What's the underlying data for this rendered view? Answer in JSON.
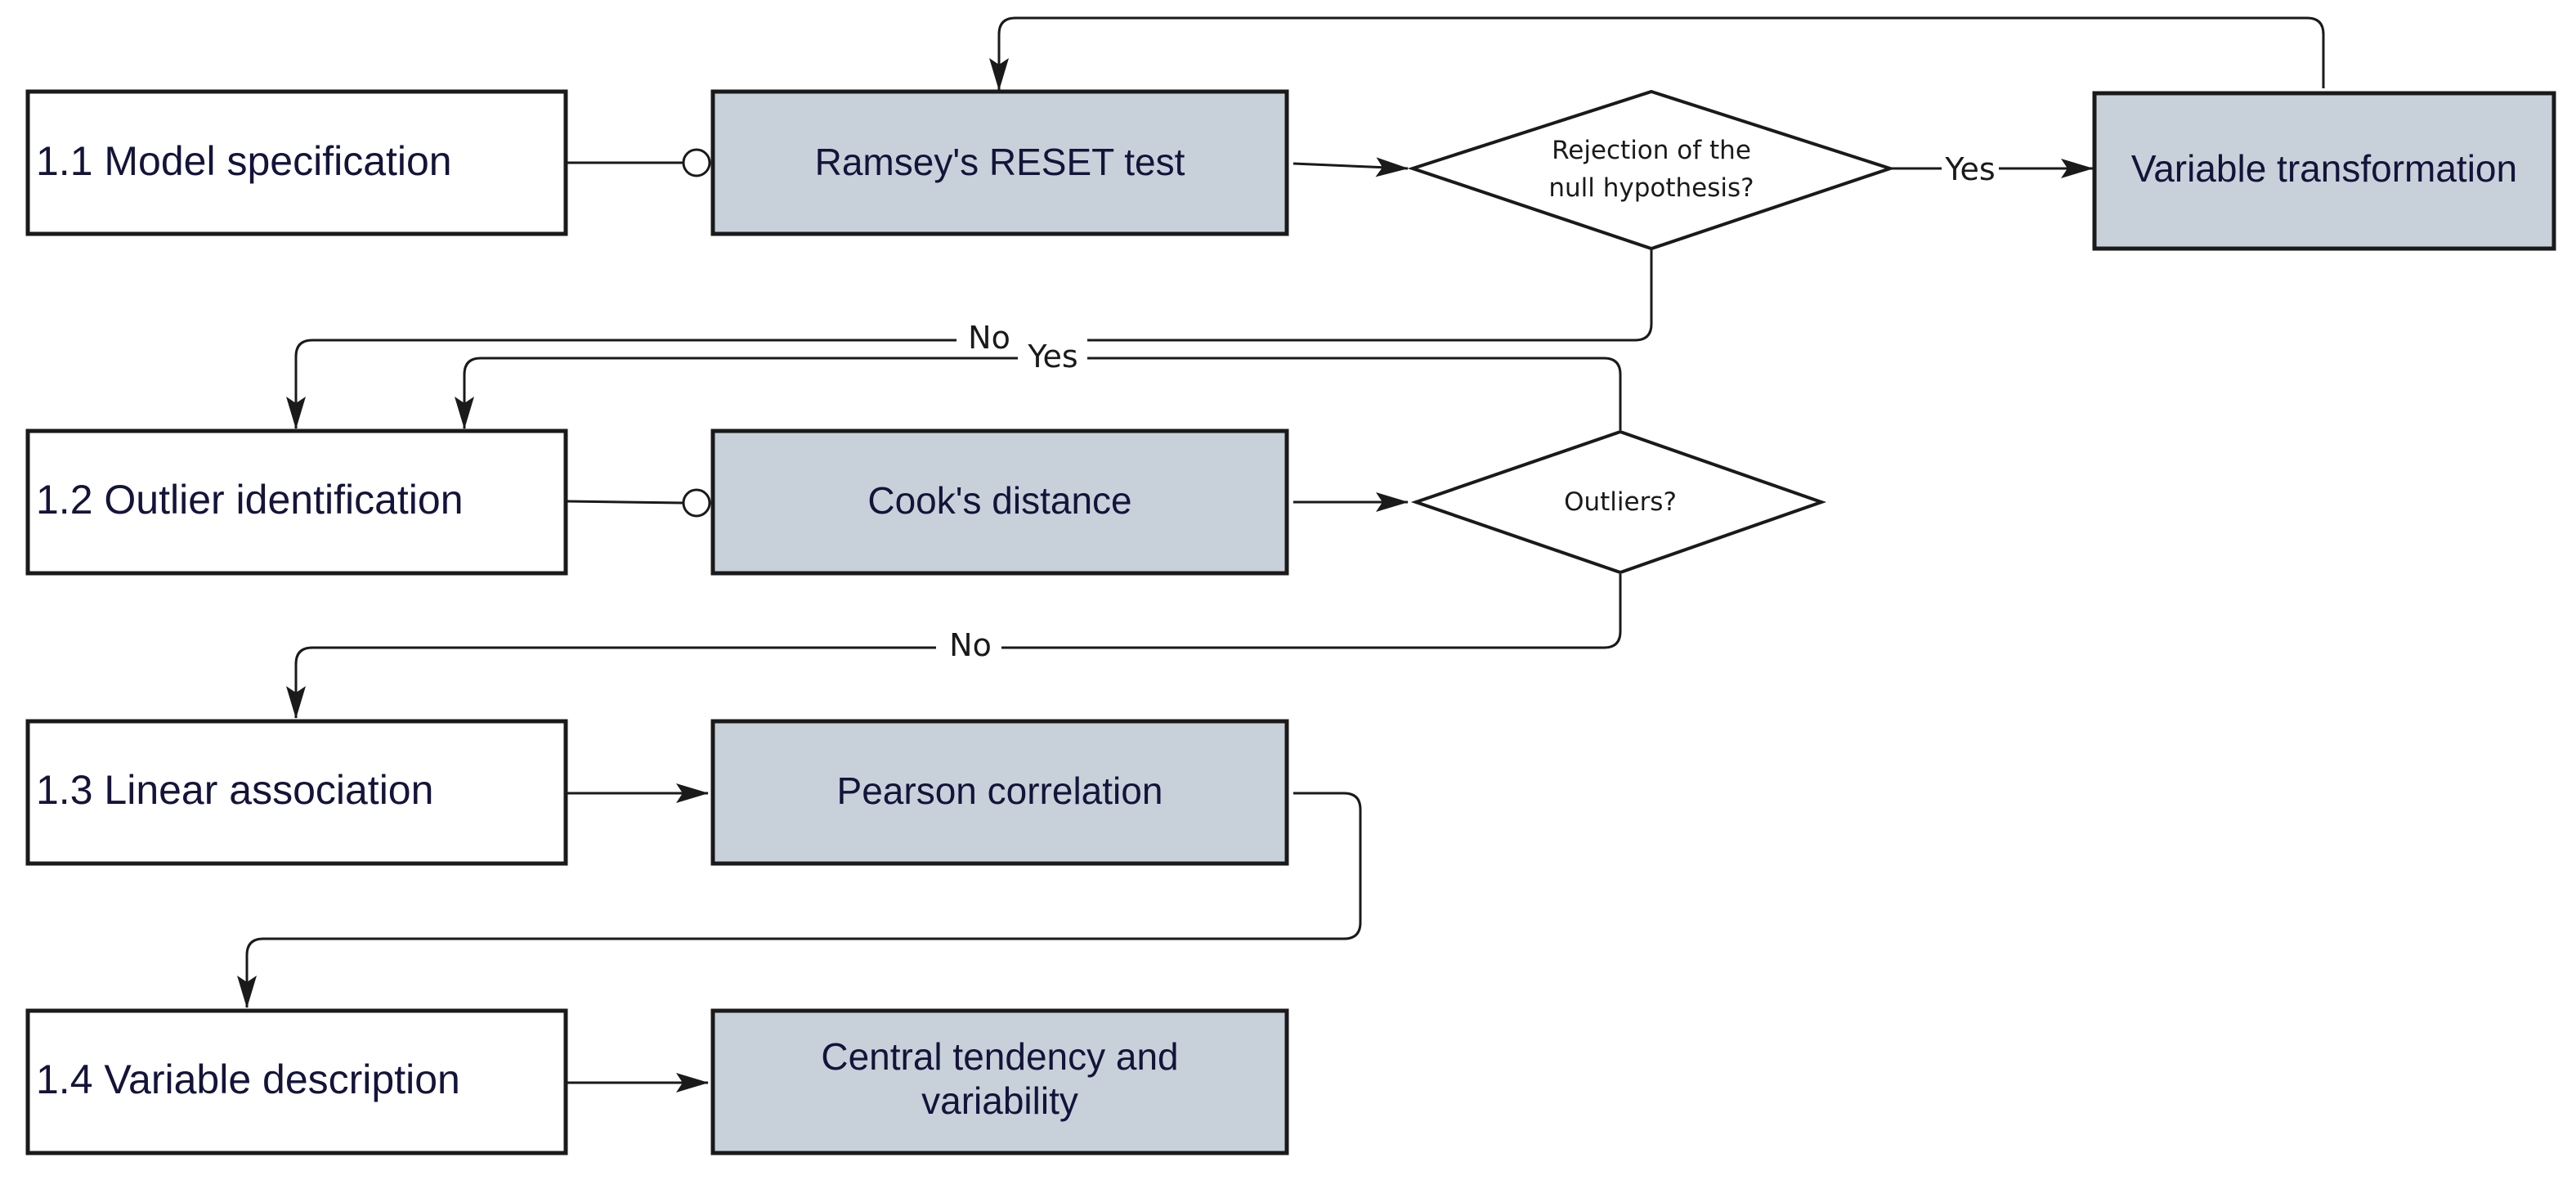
{
  "colors": {
    "process_fill": "#c8d1da",
    "step_fill": "#ffffff",
    "stroke": "#1a1a1a",
    "text": "#14143a"
  },
  "steps": {
    "model_specification": "1.1 Model specification",
    "outlier_identification": "1.2 Outlier identification",
    "linear_association": "1.3 Linear association",
    "variable_description": "1.4 Variable description"
  },
  "methods": {
    "ramsey_reset": "Ramsey's RESET test",
    "variable_transformation": "Variable transformation",
    "cooks_distance": "Cook's distance",
    "pearson_correlation": "Pearson correlation",
    "central_tendency_line1": "Central tendency and",
    "central_tendency_line2": "variability"
  },
  "decisions": {
    "rejection_line1": "Rejection of the",
    "rejection_line2": "null hypothesis?",
    "outliers": "Outliers?"
  },
  "edge_labels": {
    "rejection_yes": "Yes",
    "rejection_no": "No",
    "outliers_yes": "Yes",
    "outliers_no": "No"
  }
}
